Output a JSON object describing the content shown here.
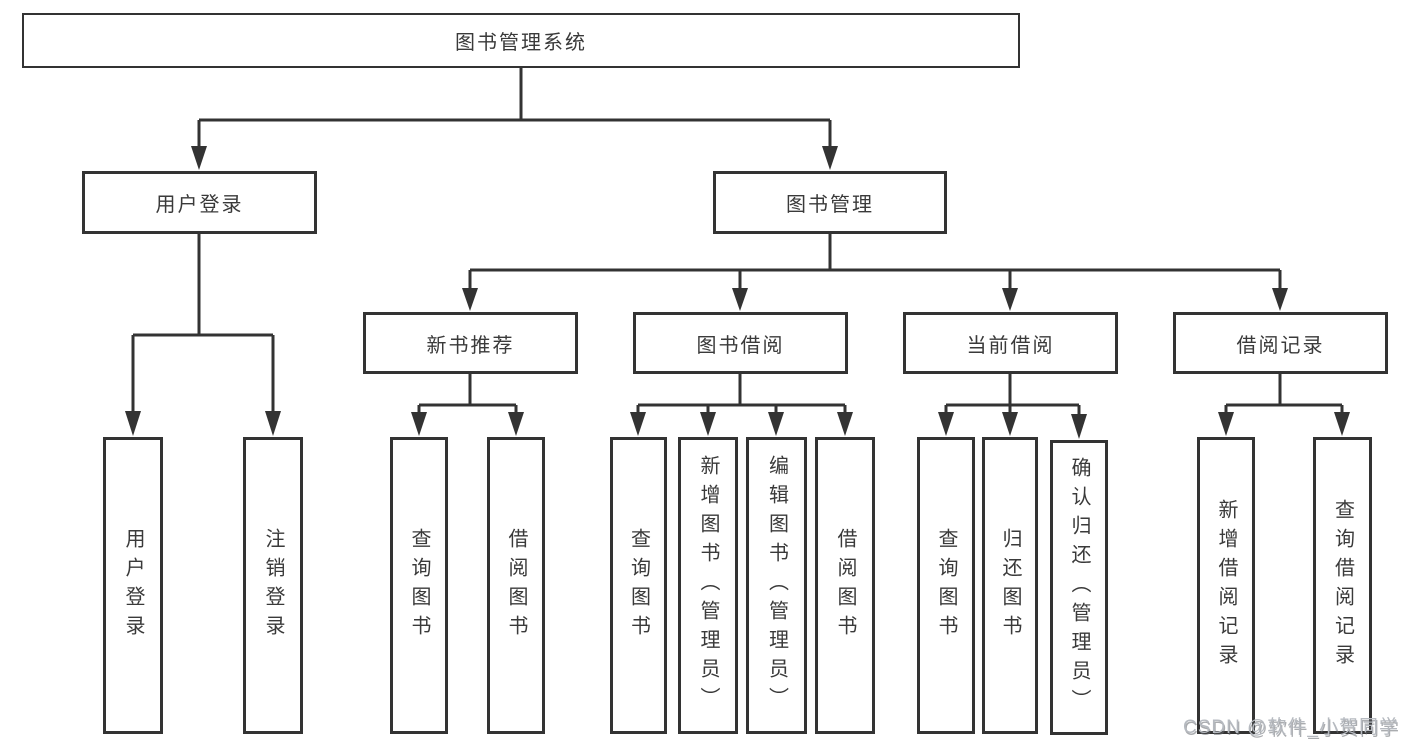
{
  "colors": {
    "background": "#ffffff",
    "line": "#333333",
    "box_border": "#333333",
    "text": "#3a3a3a",
    "watermark": "#b6bac0"
  },
  "diagram": {
    "root": {
      "label": "图书管理系统"
    },
    "branches": [
      {
        "label": "用户登录",
        "children": [
          {
            "label": "用户登录"
          },
          {
            "label": "注销登录"
          }
        ]
      },
      {
        "label": "图书管理",
        "children": [
          {
            "label": "新书推荐",
            "children": [
              {
                "label": "查询图书"
              },
              {
                "label": "借阅图书"
              }
            ]
          },
          {
            "label": "图书借阅",
            "children": [
              {
                "label": "查询图书"
              },
              {
                "label": "新增图书（管理员）"
              },
              {
                "label": "编辑图书（管理员）"
              },
              {
                "label": "借阅图书"
              }
            ]
          },
          {
            "label": "当前借阅",
            "children": [
              {
                "label": "查询图书"
              },
              {
                "label": "归还图书"
              },
              {
                "label": "确认归还（管理员）"
              }
            ]
          },
          {
            "label": "借阅记录",
            "children": [
              {
                "label": "新增借阅记录"
              },
              {
                "label": "查询借阅记录"
              }
            ]
          }
        ]
      }
    ]
  },
  "watermark": {
    "text": "CSDN @软件_小贺同学"
  }
}
